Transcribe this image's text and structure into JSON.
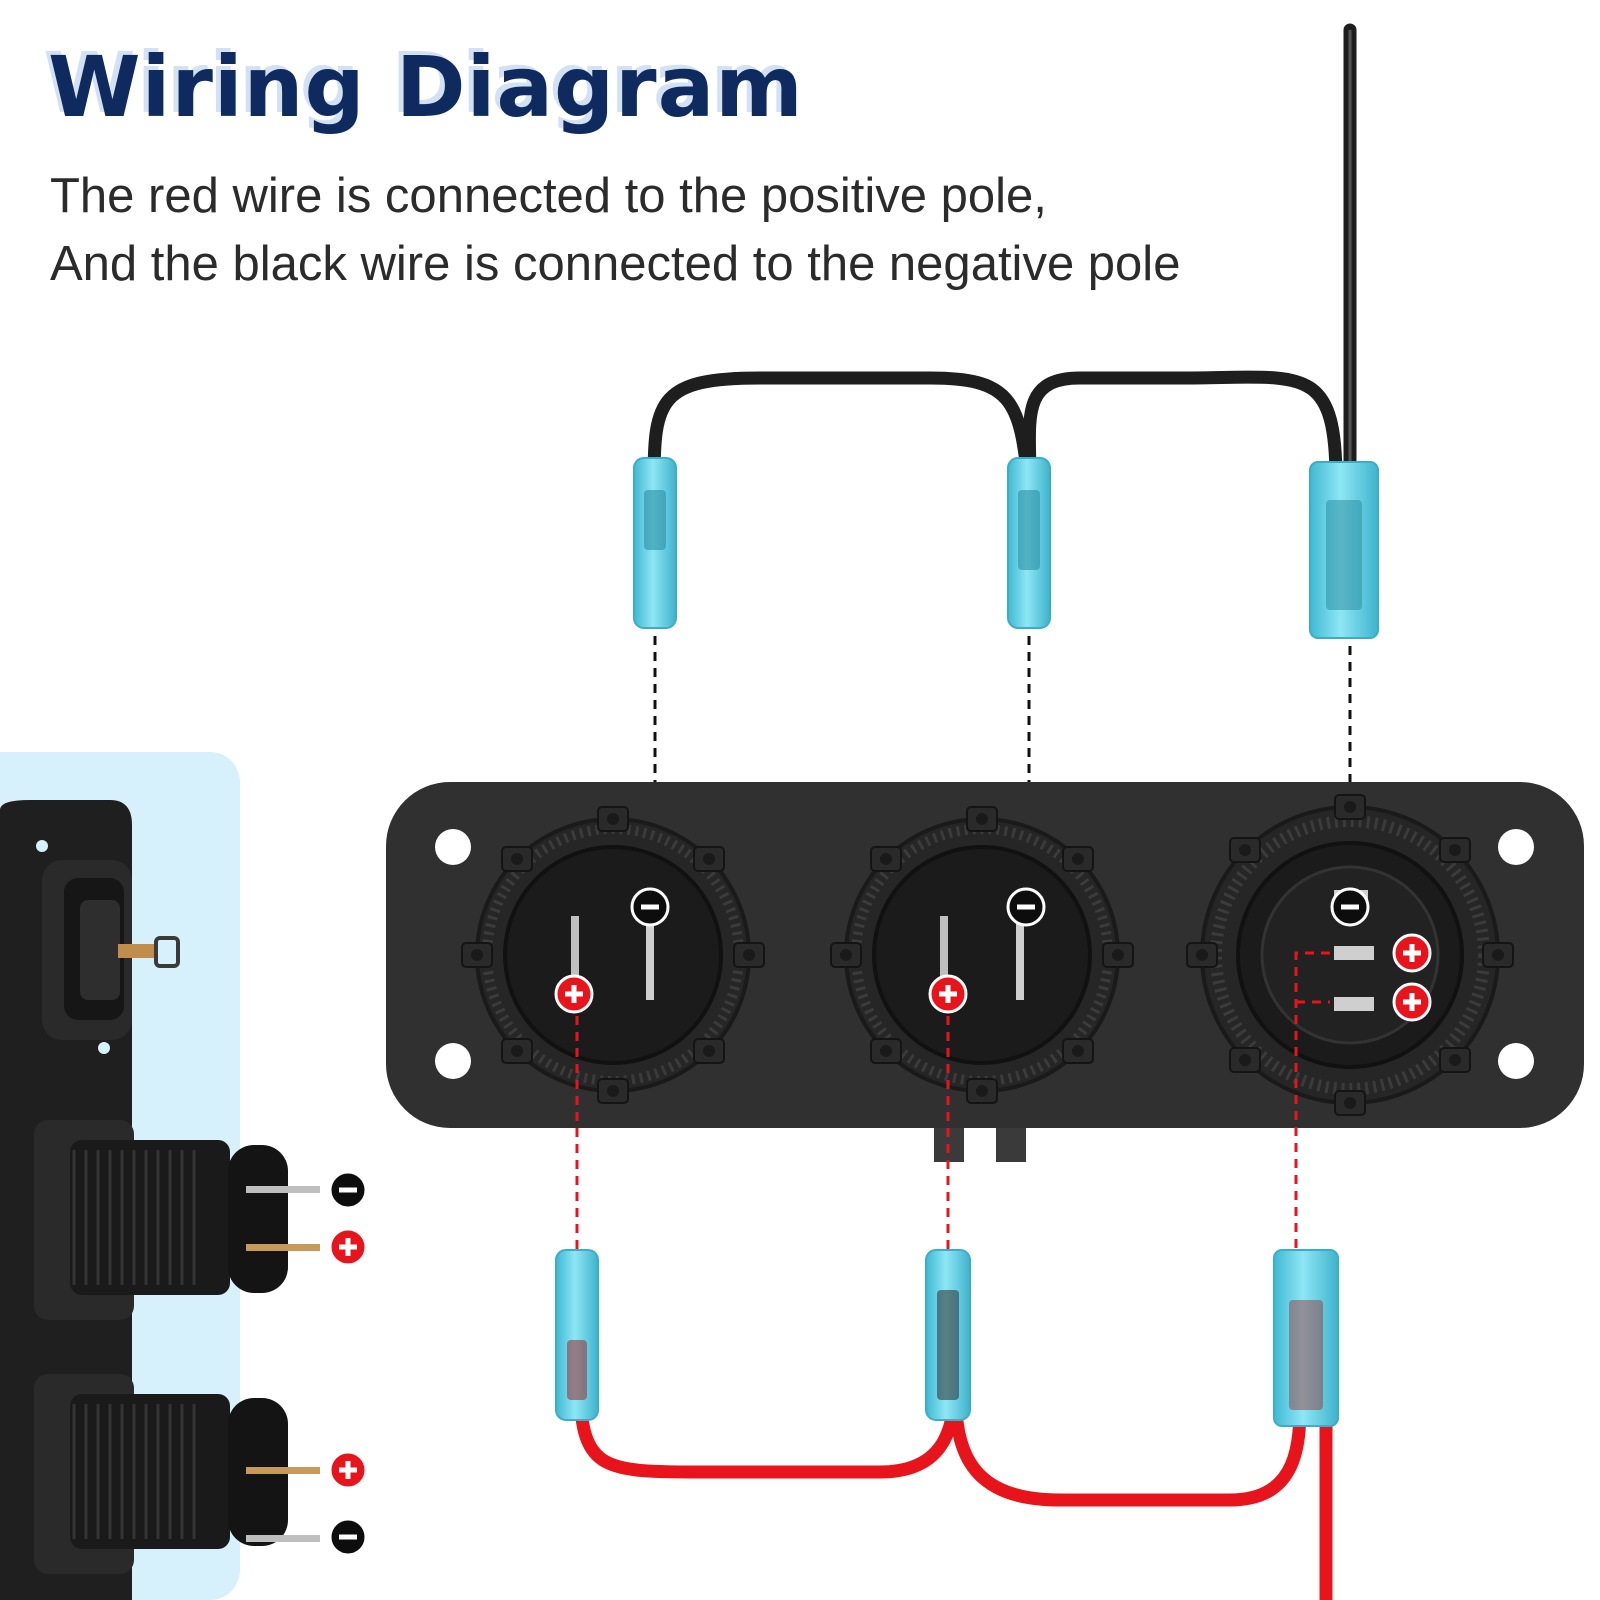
{
  "header": {
    "title": "Wiring Diagram",
    "line1": "The red wire is connected to the positive pole,",
    "line2": "And the black wire is connected to the negative pole"
  },
  "colors": {
    "title": "#0f2a5e",
    "title_shadow": "#d3e1f5",
    "panel": "#303030",
    "socket_ring": "#262626",
    "connector": "#5fd4ea",
    "black_wire": "#1e1e1e",
    "red_wire": "#e8141c",
    "side_background": "#d6f1fb"
  },
  "icons": {
    "negative": "minus-icon",
    "positive": "plus-icon"
  }
}
